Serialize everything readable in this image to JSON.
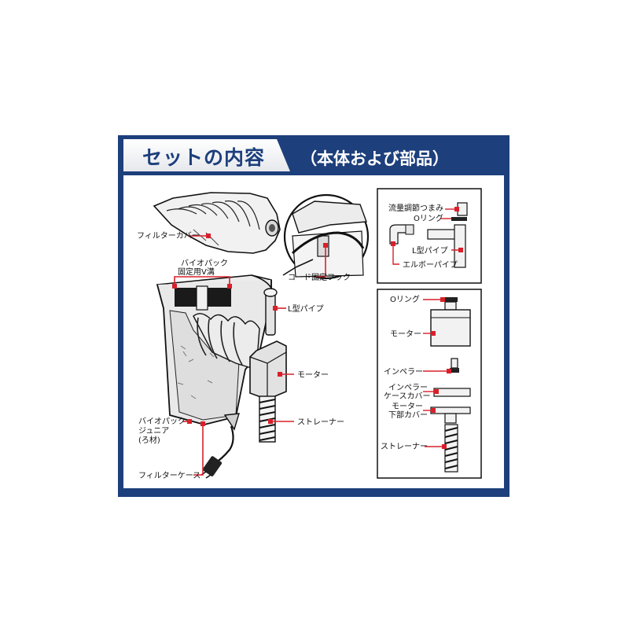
{
  "header": {
    "title": "セットの内容",
    "subtitle": "（本体および部品）"
  },
  "colors": {
    "frame": "#1d3f7c",
    "leader": "#d8202a",
    "title_text": "#1d3f7c"
  },
  "main_labels": {
    "filter_cover": "フィルターカバー",
    "biopack_groove_line1": "バイオパック",
    "biopack_groove_line2": "固定用V溝",
    "cord_hook": "コード固定フック",
    "l_pipe": "L型パイプ",
    "motor": "モーター",
    "strainer": "ストレーナー",
    "biopack_junior_line1": "バイオパック",
    "biopack_junior_line2": "ジュニア",
    "biopack_junior_line3": "(ろ材)",
    "filter_case": "フィルターケース"
  },
  "pipe_box_labels": {
    "flow_knob": "流量調節つまみ",
    "o_ring": "Oリング",
    "l_pipe": "L型パイプ",
    "elbow_pipe": "エルボーパイプ"
  },
  "motor_box_labels": {
    "o_ring": "Oリング",
    "motor": "モーター",
    "impeller": "インペラー",
    "impeller_cover_line1": "インペラー",
    "impeller_cover_line2": "ケースカバー",
    "motor_cover_line1": "モーター",
    "motor_cover_line2": "下部カバー",
    "strainer": "ストレーナー"
  }
}
